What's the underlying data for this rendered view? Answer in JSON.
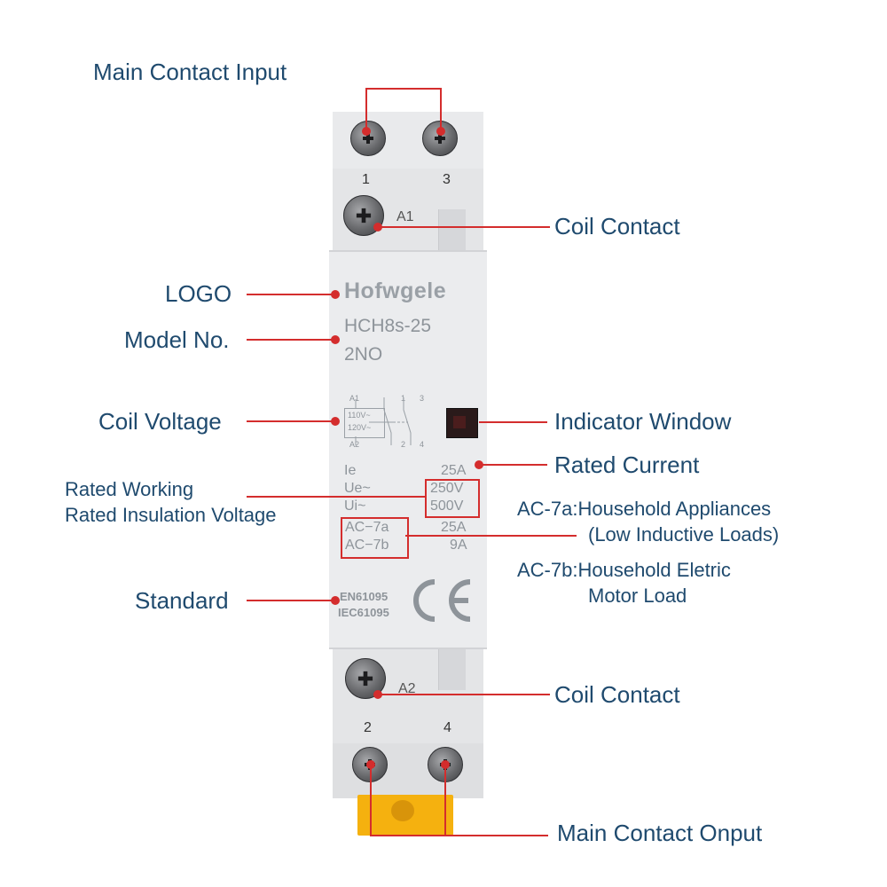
{
  "callouts": {
    "main_contact_input": "Main Contact Input",
    "coil_contact_top": "Coil Contact",
    "logo": "LOGO",
    "model_no": "Model No.",
    "coil_voltage": "Coil Voltage",
    "indicator_window": "Indicator Window",
    "rated_current": "Rated Current",
    "rated_working": "Rated Working",
    "rated_insulation": "Rated Insulation Voltage",
    "ac7a_line1": "AC-7a:Household Appliances",
    "ac7a_line2": "(Low Inductive Loads)",
    "ac7b_line1": "AC-7b:Household Eletric",
    "ac7b_line2": "Motor Load",
    "standard": "Standard",
    "coil_contact_bottom": "Coil Contact",
    "main_contact_output": "Main Contact Onput"
  },
  "device": {
    "brand": "Hofwgele",
    "model": "HCH8s-25",
    "type": "2NO",
    "terminals_top": [
      "1",
      "3"
    ],
    "terminals_bottom": [
      "2",
      "4"
    ],
    "a1": "A1",
    "a2": "A2",
    "coil_v1": "110V~",
    "coil_v2": "120V~",
    "diagram_a1": "A1",
    "diagram_a2": "A2",
    "diagram_1": "1",
    "diagram_3": "3",
    "diagram_2": "2",
    "diagram_4": "4",
    "specs": {
      "ie_label": "Ie",
      "ie_value": "25A",
      "ue_label": "Ue~",
      "ue_value": "250V",
      "ui_label": "Ui~",
      "ui_value": "500V",
      "ac7a_label": "AC−7a",
      "ac7a_value": "25A",
      "ac7b_label": "AC−7b",
      "ac7b_value": "9A"
    },
    "standard1": "EN61095",
    "standard2": "IEC61095"
  },
  "colors": {
    "callout_text": "#1f4a6e",
    "leader_line": "#d42d2d",
    "device_body": "#ebecee",
    "clip": "#f5b10f"
  }
}
